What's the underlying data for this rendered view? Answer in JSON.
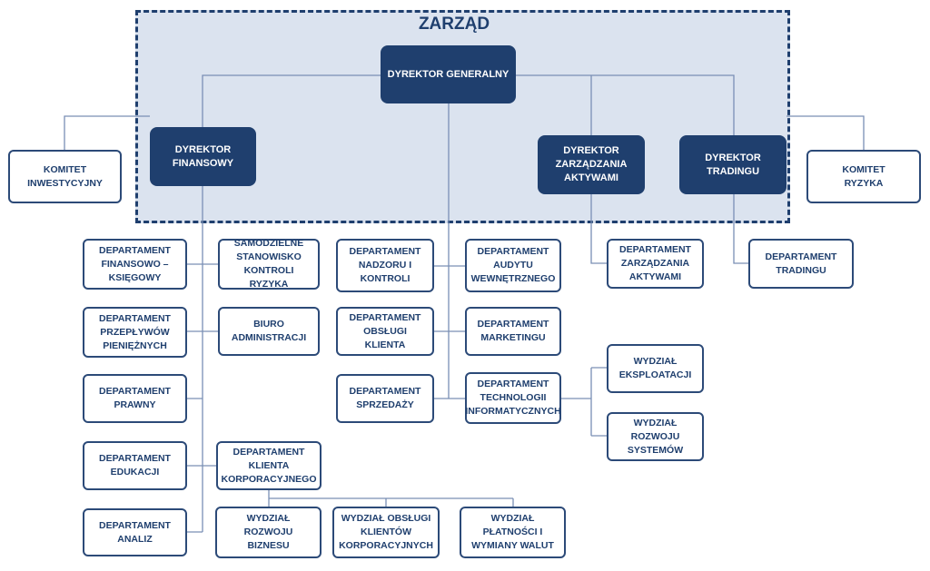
{
  "board": {
    "title": "ZARZĄD"
  },
  "nodes": {
    "dyrektor_generalny": "DYREKTOR GENERALNY",
    "dyrektor_finansowy": "DYREKTOR\nFINANSOWY",
    "dyrektor_zarzadzania_aktywami": "DYREKTOR\nZARZĄDZANIA\nAKTYWAMI",
    "dyrektor_tradingu": "DYREKTOR TRADINGU",
    "komitet_inwestycyjny": "KOMITET\nINWESTYCYJNY",
    "komitet_ryzyka": "KOMITET\nRYZYKA",
    "dep_finansowo_ksiegowy": "DEPARTAMENT\nFINANSOWO –\nKSIĘGOWY",
    "samodzielne_stanowisko": "SAMODZIELNE\nSTANOWISKO\nKONTROLI RYZYKA",
    "dep_przeplywow": "DEPARTAMENT\nPRZEPŁYWÓW\nPIENIĘŻNYCH",
    "biuro_administracji": "BIURO\nADMINISTRACJI",
    "dep_prawny": "DEPARTAMENT\nPRAWNY",
    "dep_edukacji": "DEPARTAMENT\nEDUKACJI",
    "dep_klienta_korporacyjnego": "DEPARTAMENT\nKLIENTA\nKORPORACYJNEGO",
    "dep_analiz": "DEPARTAMENT\nANALIZ",
    "wydzial_rozwoju_biznesu": "WYDZIAŁ ROZWOJU\nBIZNESU",
    "wydzial_obslugi_klientow": "WYDZIAŁ OBSŁUGI\nKLIENTÓW\nKORPORACYJNYCH",
    "wydzial_platnosci": "WYDZIAŁ PŁATNOŚCI I\nWYMIANY WALUT",
    "dep_nadzoru": "DEPARTAMENT\nNADZORU I\nKONTROLI",
    "dep_audytu": "DEPARTAMENT\nAUDYTU\nWEWNĘTRZNEGO",
    "dep_obslugi_klienta": "DEPARTAMENT\nOBSŁUGI KLIENTA",
    "dep_marketingu": "DEPARTAMENT\nMARKETINGU",
    "dep_sprzedazy": "DEPARTAMENT\nSPRZEDAŻY",
    "dep_technologii": "DEPARTAMENT\nTECHNOLOGII\nINFORMATYCZNYCH",
    "wydzial_eksploatacji": "WYDZIAŁ\nEKSPLOATACJI",
    "wydzial_rozwoju_systemow": "WYDZIAŁ ROZWOJU\nSYSTEMÓW",
    "dep_zarzadzania_aktywami": "DEPARTAMENT\nZARZĄDZANIA\nAKTYWAMI",
    "dep_tradingu": "DEPARTAMENT\nTRADINGU"
  }
}
